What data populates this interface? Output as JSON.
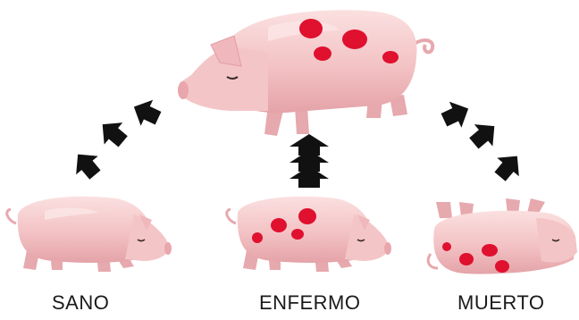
{
  "labels": {
    "healthy": "SANO",
    "sick": "ENFERMO",
    "dead": "MUERTO"
  },
  "colors": {
    "pig_body": "#f6c9c9",
    "pig_shade": "#e8a9ad",
    "pig_highlight": "#fbe3e3",
    "spot": "#e0102f",
    "arrow": "#111111"
  }
}
